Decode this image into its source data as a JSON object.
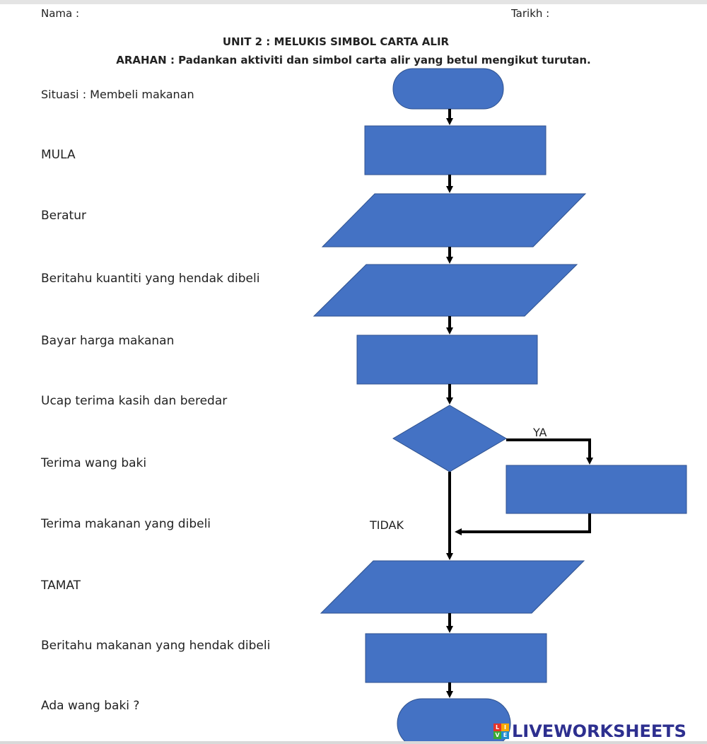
{
  "header": {
    "name_label": "Nama :",
    "date_label": "Tarikh :"
  },
  "title": "UNIT 2 : MELUKIS SIMBOL CARTA ALIR",
  "instruction": "ARAHAN : Padankan aktiviti dan simbol carta alir yang betul mengikut turutan.",
  "situation": "Situasi : Membeli makanan",
  "activities": [
    "MULA",
    "Beratur",
    "Beritahu kuantiti yang hendak dibeli",
    "Bayar harga makanan",
    "Ucap terima kasih dan beredar",
    "Terima wang baki",
    "Terima makanan yang dibeli",
    "TAMAT",
    "Beritahu makanan yang hendak dibeli",
    "Ada wang baki ?"
  ],
  "flowchart": {
    "yes_label": "YA",
    "no_label": "TIDAK",
    "fill_color": "#4472c4",
    "stroke_color": "#2f528f",
    "arrow_color": "#000000"
  },
  "branding": {
    "logo_text": "LIVEWORKSHEETS",
    "logo_letters": [
      "L",
      "I",
      "V",
      "E"
    ]
  }
}
